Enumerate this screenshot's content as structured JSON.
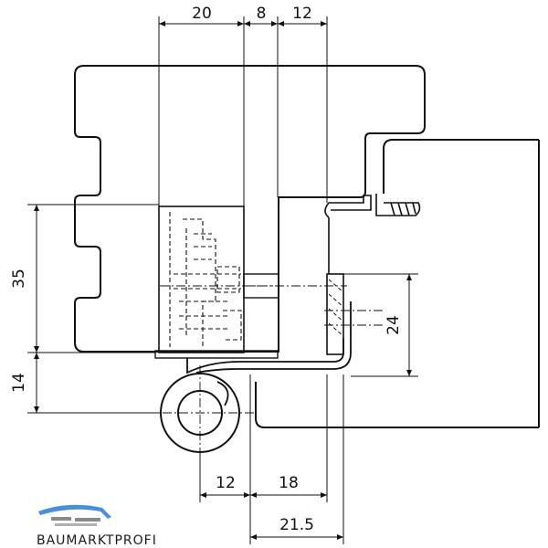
{
  "dimensions": {
    "top_a": "20",
    "top_b": "8",
    "top_c": "12",
    "left_upper": "35",
    "left_lower": "14",
    "right": "24",
    "bottom_a": "12",
    "bottom_b": "18",
    "bottom_c": "21.5"
  },
  "logo": {
    "text": "BAUMARKTPROFI"
  },
  "colors": {
    "line": "#111111",
    "logo_blue": "#4a90d9",
    "logo_gray": "#8a8a8a"
  }
}
